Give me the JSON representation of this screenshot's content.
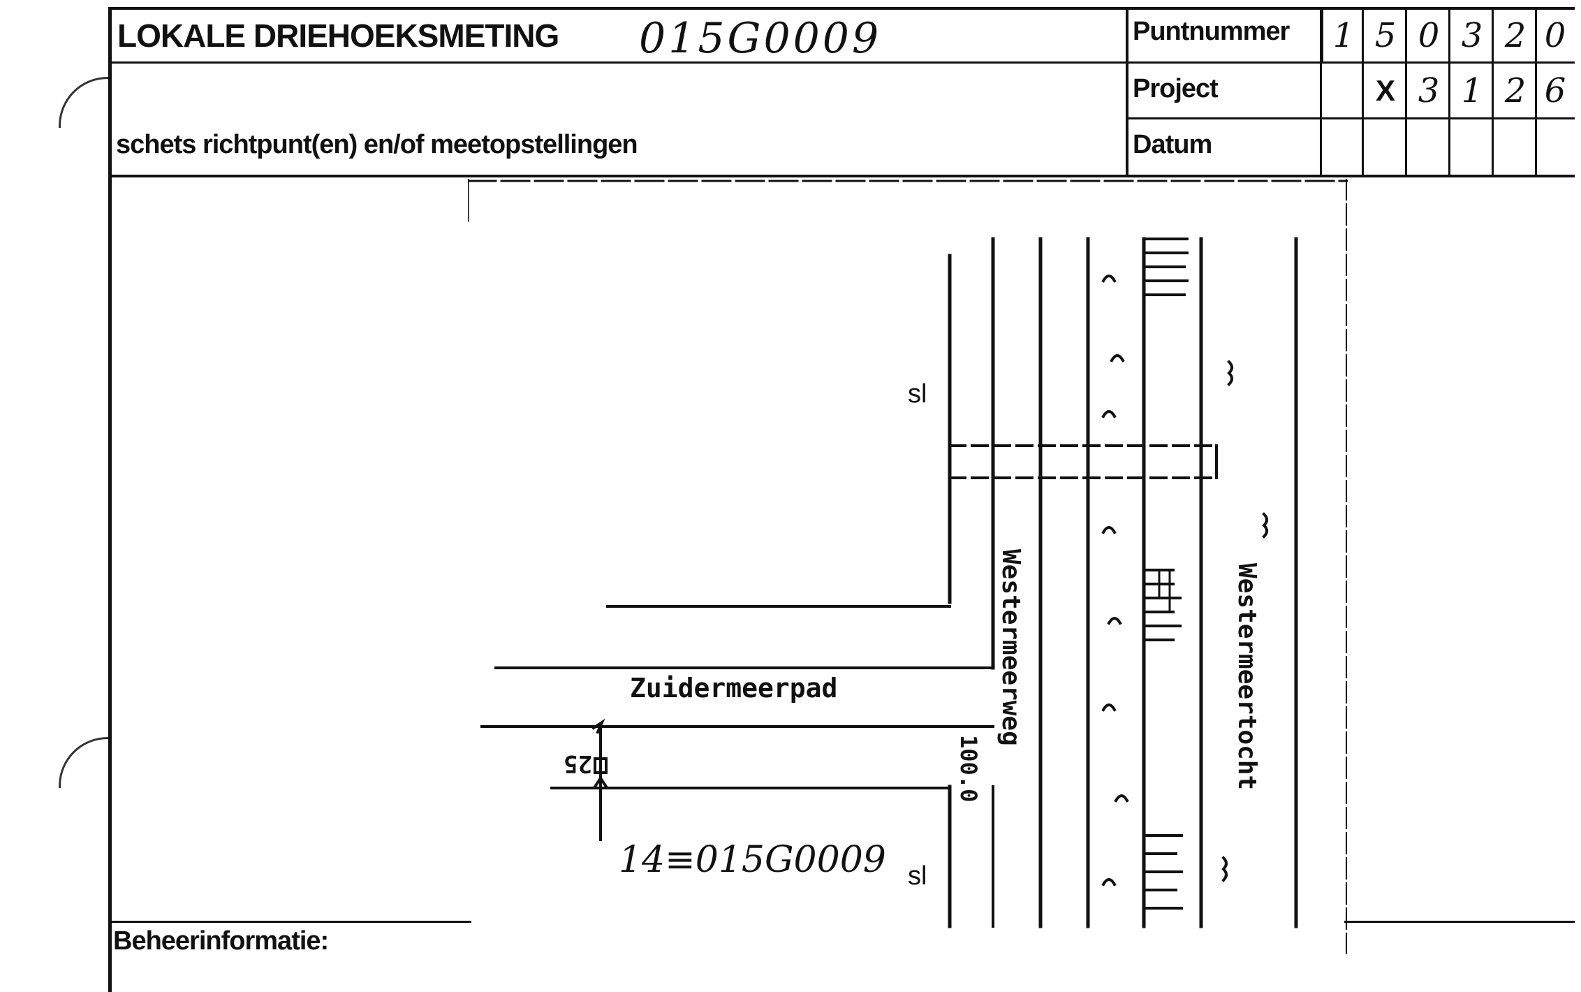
{
  "form": {
    "title": "LOKALE DRIEHOEKSMETING",
    "code_handwritten": "015G0009",
    "subtitle": "schets richtpunt(en) en/of meetopstellingen",
    "footer_label": "Beheerinformatie:"
  },
  "fields": {
    "puntnummer_label": "Puntnummer",
    "project_label": "Project",
    "datum_label": "Datum",
    "puntnummer_digits": [
      "1",
      "5",
      "0",
      "3",
      "2",
      "0"
    ],
    "project_digits": [
      "",
      "X",
      "3",
      "1",
      "2",
      "6"
    ],
    "datum_digits": [
      "",
      "",
      "",
      "",
      "",
      ""
    ]
  },
  "sketch": {
    "street_horizontal": "Zuidermeerpad",
    "street_vertical_1": "Westermeerweg",
    "street_vertical_2": "Westermeertocht",
    "sl_label": "sl",
    "measure_100": "100.0",
    "point_25": "25",
    "point_equation": "14≡015G0009"
  },
  "colors": {
    "ink": "#111111",
    "paper": "#ffffff"
  }
}
